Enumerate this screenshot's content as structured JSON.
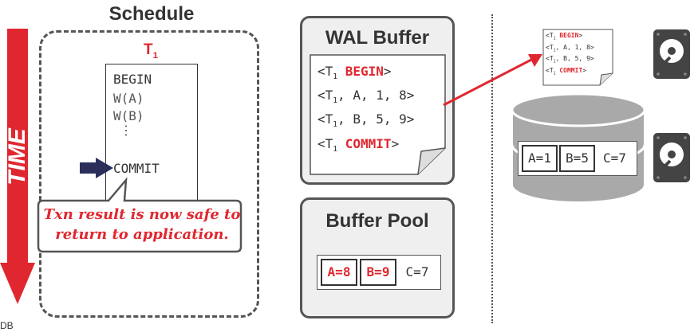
{
  "time_arrow": {
    "label": "TIME"
  },
  "schedule": {
    "title": "Schedule",
    "txn_name": "T",
    "txn_sub": "1",
    "ops": [
      "BEGIN",
      "W(A)",
      "W(B)",
      "⋮"
    ],
    "commit": "COMMIT",
    "callout": "Txn result is now safe to return to application."
  },
  "wal_buffer": {
    "title": "WAL Buffer",
    "entries": [
      {
        "pre": "<T",
        "sub": "1",
        "post": " ",
        "kw": "BEGIN",
        "end": ">"
      },
      {
        "pre": "<T",
        "sub": "1",
        "post": ", A, 1, 8>",
        "kw": "",
        "end": ""
      },
      {
        "pre": "<T",
        "sub": "1",
        "post": ", B, 5, 9>",
        "kw": "",
        "end": ""
      },
      {
        "pre": "<T",
        "sub": "1",
        "post": " ",
        "kw": "COMMIT",
        "end": ">"
      }
    ]
  },
  "buffer_pool": {
    "title": "Buffer Pool",
    "cells": [
      {
        "text": "A=8",
        "dirty": true
      },
      {
        "text": "B=9",
        "dirty": true
      },
      {
        "text": "C=7",
        "dirty": false
      }
    ]
  },
  "disk_log": {
    "entries": [
      {
        "pre": "<T",
        "sub": "1",
        "post": " ",
        "kw": "BEGIN",
        "end": ">"
      },
      {
        "pre": "<T",
        "sub": "1",
        "post": ", A, 1, 8>",
        "kw": "",
        "end": ""
      },
      {
        "pre": "<T",
        "sub": "1",
        "post": ", B, 5, 9>",
        "kw": "",
        "end": ""
      },
      {
        "pre": "<T",
        "sub": "1",
        "post": " ",
        "kw": "COMMIT",
        "end": ">"
      }
    ]
  },
  "database": {
    "cells": [
      "A=1",
      "B=5",
      "C=7"
    ]
  },
  "footer": {
    "text": "DB"
  },
  "colors": {
    "accent": "#e0272f",
    "dark": "#333333",
    "navy": "#2b2f5a"
  }
}
